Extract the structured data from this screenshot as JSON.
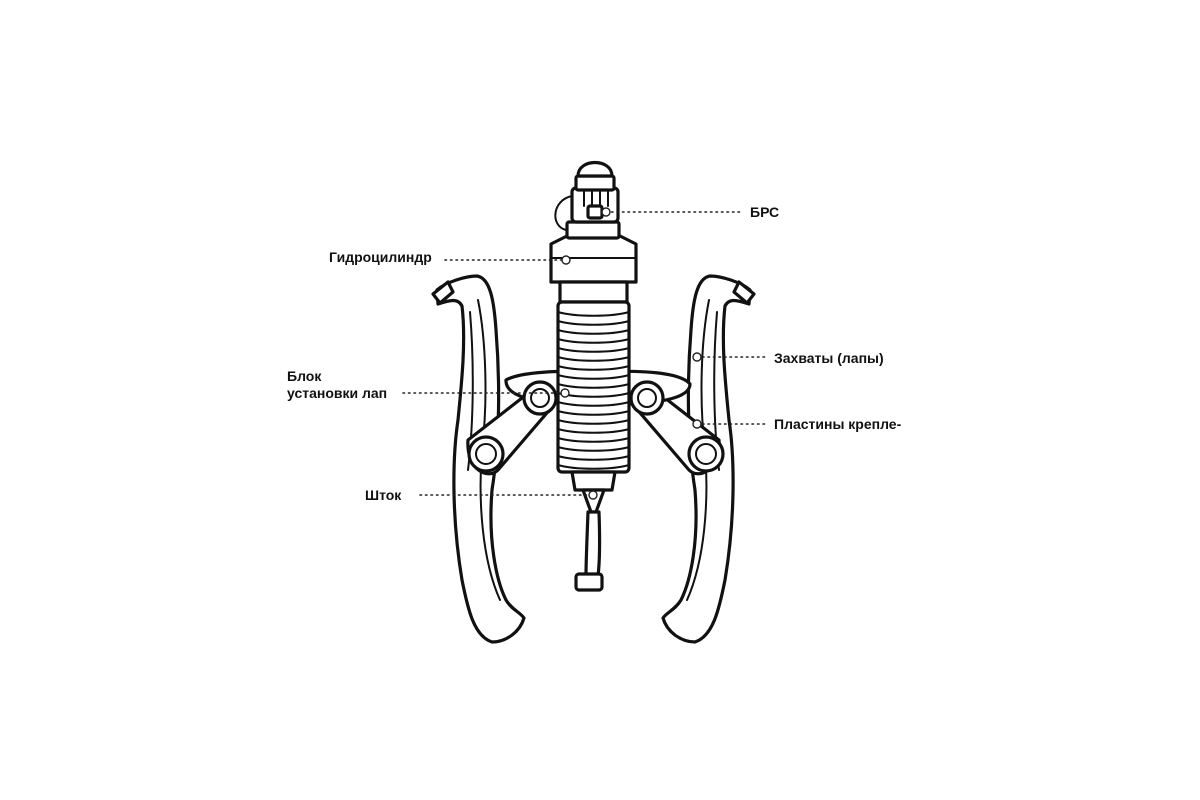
{
  "labels": {
    "brs": "БРС",
    "cylinder": "Гидроцилиндр",
    "claws": "Захваты (лапы)",
    "block_line1": "Блок",
    "block_line2": "установки лап",
    "plates": "Пластины крепле-",
    "rod": "Шток"
  }
}
